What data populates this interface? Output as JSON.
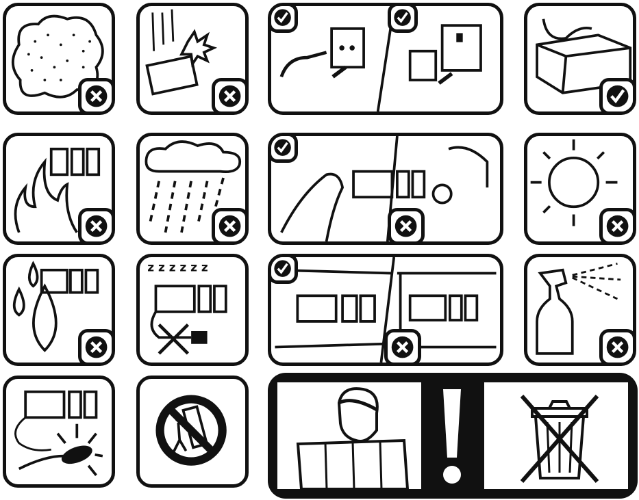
{
  "colors": {
    "ink": "#111111",
    "paper": "#ffffff"
  },
  "panels": [
    {
      "id": "dust",
      "icon": "dust-cloud-icon",
      "badge": "cross"
    },
    {
      "id": "falling",
      "icon": "falling-impact-icon",
      "badge": "cross"
    },
    {
      "id": "plug-socket",
      "icon": "plug-into-socket-icon",
      "badge": "check-check"
    },
    {
      "id": "cable-box",
      "icon": "packing-box-cable-icon",
      "badge": "check"
    },
    {
      "id": "fire",
      "icon": "fire-icon",
      "badge": "cross"
    },
    {
      "id": "rain",
      "icon": "rain-cloud-icon",
      "badge": "cross"
    },
    {
      "id": "cleaning",
      "icon": "cleaning-cloth-vs-spray-icon",
      "badge": "check-cross"
    },
    {
      "id": "sun",
      "icon": "sun-heat-icon",
      "badge": "cross"
    },
    {
      "id": "water",
      "icon": "water-drops-icon",
      "badge": "cross"
    },
    {
      "id": "sleep-unplug",
      "icon": "unplug-when-idle-icon",
      "badge": "cross"
    },
    {
      "id": "ventilation",
      "icon": "shelf-ventilation-icon",
      "badge": "check-cross"
    },
    {
      "id": "spray",
      "icon": "spray-bottle-icon",
      "badge": "cross"
    },
    {
      "id": "damaged-plug",
      "icon": "damaged-plug-icon",
      "badge": "none"
    },
    {
      "id": "tipping-cart",
      "icon": "no-cart-tip-icon",
      "badge": "none"
    },
    {
      "id": "read-manual",
      "icon": "person-reading-manual-icon",
      "badge": "none"
    },
    {
      "id": "warning",
      "icon": "exclamation-icon",
      "badge": "none"
    },
    {
      "id": "no-bin",
      "icon": "crossed-out-bin-icon",
      "badge": "none"
    }
  ]
}
